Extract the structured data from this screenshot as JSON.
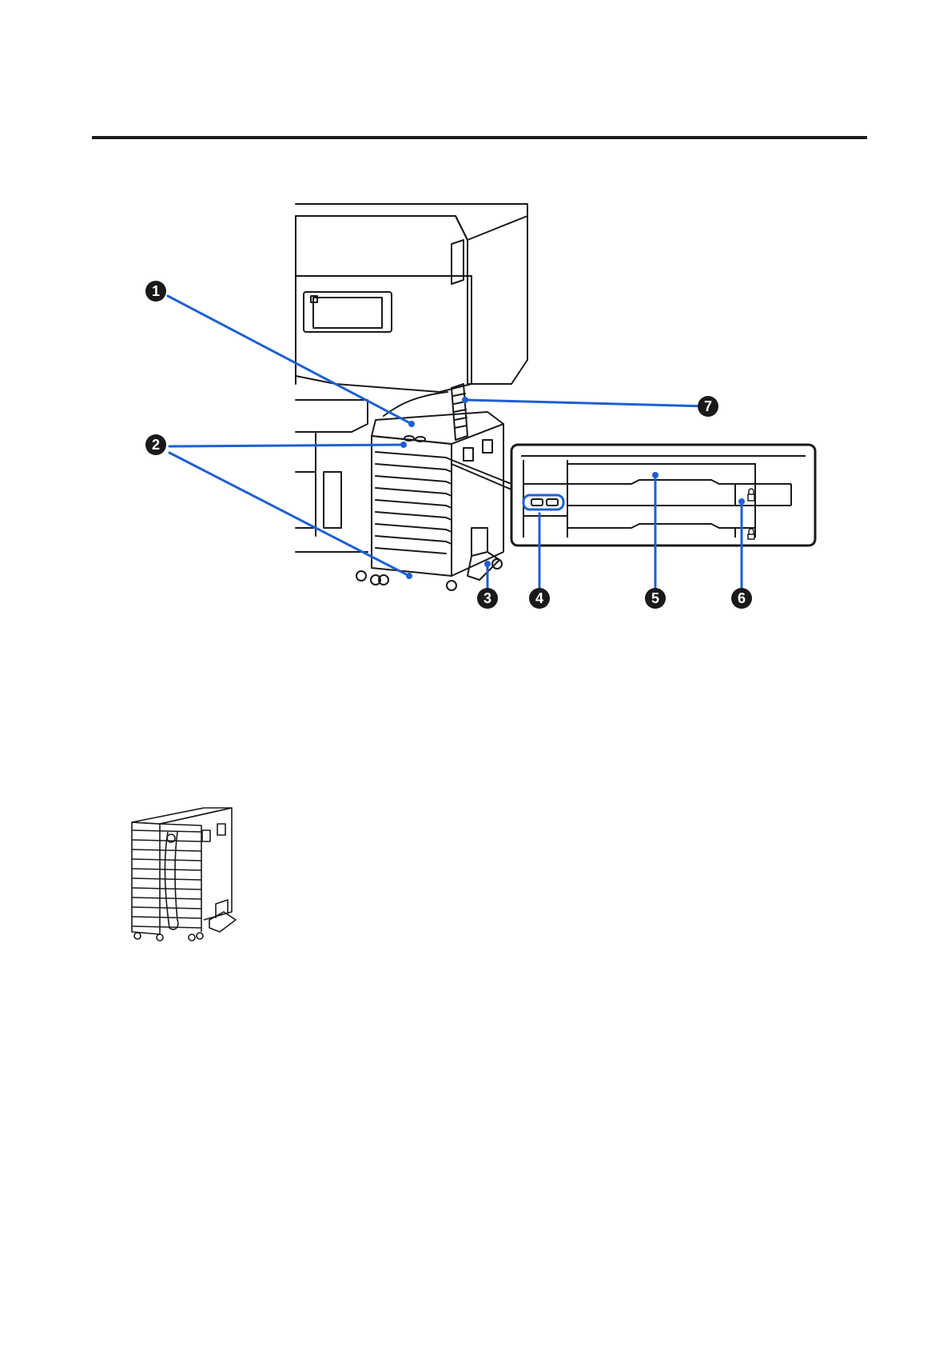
{
  "callouts": {
    "c1": "1",
    "c2": "2",
    "c3": "3",
    "c4": "4",
    "c5": "5",
    "c6": "6",
    "c7": "7"
  },
  "colors": {
    "leader": "#1f5fd1",
    "outline": "#1a1a1a",
    "badge": "#1a1a1a"
  },
  "icons": {
    "panel_lock": "lock-icon"
  }
}
